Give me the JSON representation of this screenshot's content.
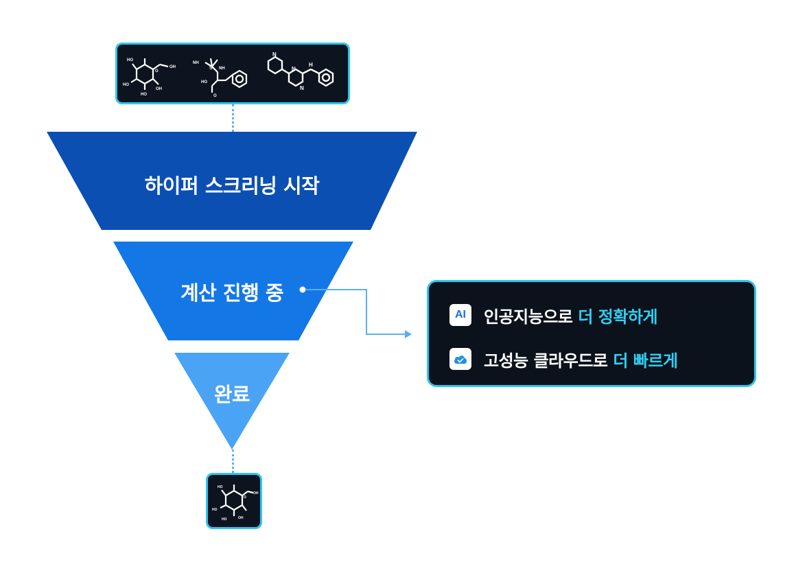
{
  "funnel": {
    "stages": [
      {
        "label": "하이퍼 스크리닝 시작",
        "color": "#0b4fb3"
      },
      {
        "label": "계산 진행 중",
        "color": "#1477e6"
      },
      {
        "label": "완료",
        "color": "#4aa3f5"
      }
    ]
  },
  "molecule_labels": {
    "oh": "OH",
    "ho": "HO",
    "o": "O",
    "nh": "NH",
    "s": "S",
    "n": "N",
    "h": "H"
  },
  "info_card": {
    "rows": [
      {
        "icon": "ai-icon",
        "icon_text": "AI",
        "text": "인공지능으로 ",
        "highlight": "더 정확하게"
      },
      {
        "icon": "cloud-check-icon",
        "text": "고성능 클라우드로 ",
        "highlight": "더 빠르게"
      }
    ]
  },
  "colors": {
    "accent_cyan": "#2ed0f5",
    "card_bg": "#0b121c",
    "connector": "#5aaef0"
  }
}
